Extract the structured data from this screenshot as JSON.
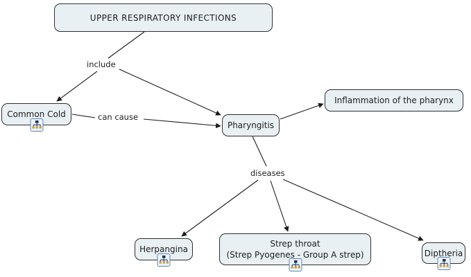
{
  "map": {
    "title": "Upper Respiratory Infections concept map",
    "node_fill": "#e9f0f3",
    "node_border": "#2f2f2f",
    "icon_border": "#5b87b8",
    "icon_name": "concept-map-children-icon",
    "edge_color": "#1c1c1c"
  },
  "nodes": [
    {
      "id": "uri",
      "label": "UPPER RESPIRATORY INFECTIONS",
      "sub": "",
      "has_icon": false
    },
    {
      "id": "common-cold",
      "label": "Common Cold",
      "sub": "",
      "has_icon": true
    },
    {
      "id": "pharyngitis",
      "label": "Pharyngitis",
      "sub": "",
      "has_icon": false
    },
    {
      "id": "inflammation",
      "label": "Inflammation of the pharynx",
      "sub": "",
      "has_icon": false
    },
    {
      "id": "herpangina",
      "label": "Herpangina",
      "sub": "",
      "has_icon": true
    },
    {
      "id": "strep-throat",
      "label": "Strep throat",
      "sub": "(Strep Pyogenes - Group A strep)",
      "has_icon": true
    },
    {
      "id": "diptheria",
      "label": "Diptheria",
      "sub": "",
      "has_icon": true
    }
  ],
  "edge_labels": [
    {
      "id": "include",
      "text": "include"
    },
    {
      "id": "can-cause",
      "text": "can cause"
    },
    {
      "id": "diseases",
      "text": "diseases"
    }
  ],
  "relations": [
    {
      "from": "uri",
      "label": "include",
      "to": "common-cold"
    },
    {
      "from": "uri",
      "label": "include",
      "to": "pharyngitis"
    },
    {
      "from": "common-cold",
      "label": "can cause",
      "to": "pharyngitis"
    },
    {
      "from": "pharyngitis",
      "label": "",
      "to": "inflammation"
    },
    {
      "from": "pharyngitis",
      "label": "diseases",
      "to": "herpangina"
    },
    {
      "from": "pharyngitis",
      "label": "diseases",
      "to": "strep-throat"
    },
    {
      "from": "pharyngitis",
      "label": "diseases",
      "to": "diptheria"
    }
  ]
}
